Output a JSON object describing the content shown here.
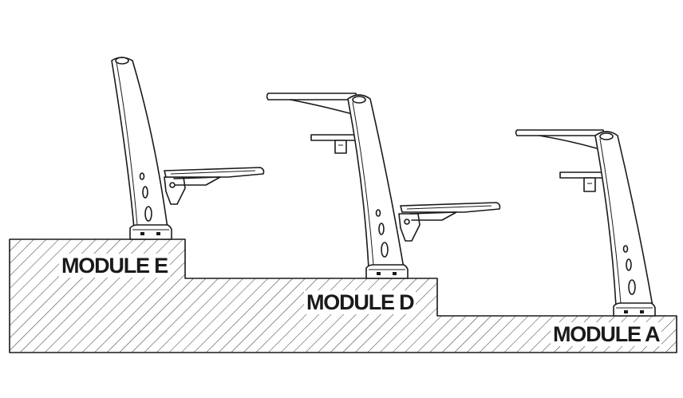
{
  "modules": [
    {
      "id": "E",
      "label": "MODULE E"
    },
    {
      "id": "D",
      "label": "MODULE D"
    },
    {
      "id": "A",
      "label": "MODULE A"
    }
  ],
  "colors": {
    "line": "#1a1a1a",
    "background": "#ffffff"
  }
}
